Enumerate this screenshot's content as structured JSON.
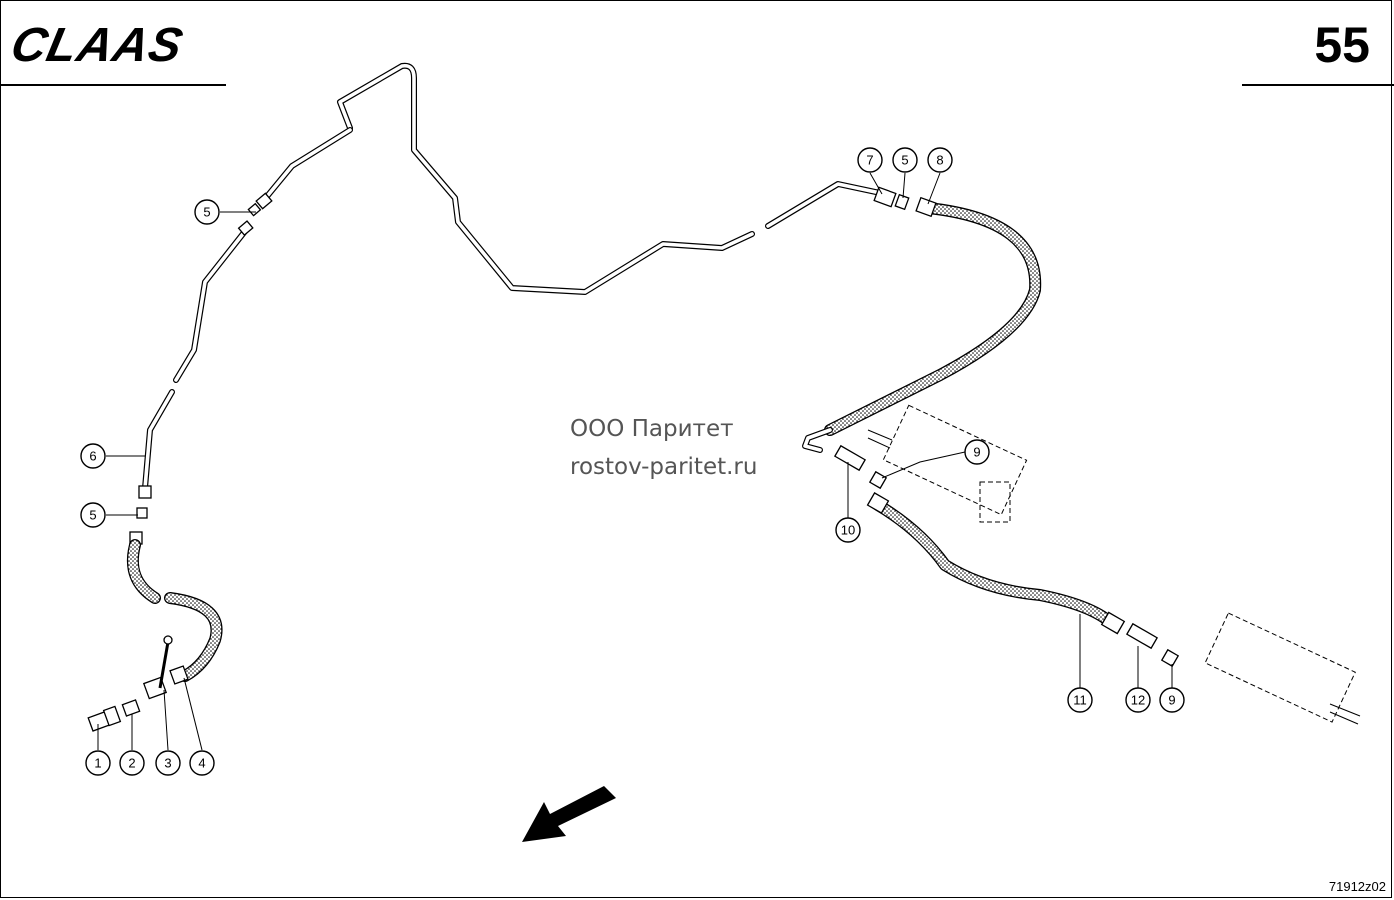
{
  "header": {
    "brand": "CLAAS",
    "page_number": "55"
  },
  "watermark": {
    "line1": "ООО Паритет",
    "line2": "rostov-paritet.ru"
  },
  "footer": {
    "drawing_number": "71912z02"
  },
  "callouts": [
    "1",
    "2",
    "3",
    "4",
    "5",
    "6",
    "7",
    "8",
    "9",
    "10",
    "11",
    "12"
  ]
}
